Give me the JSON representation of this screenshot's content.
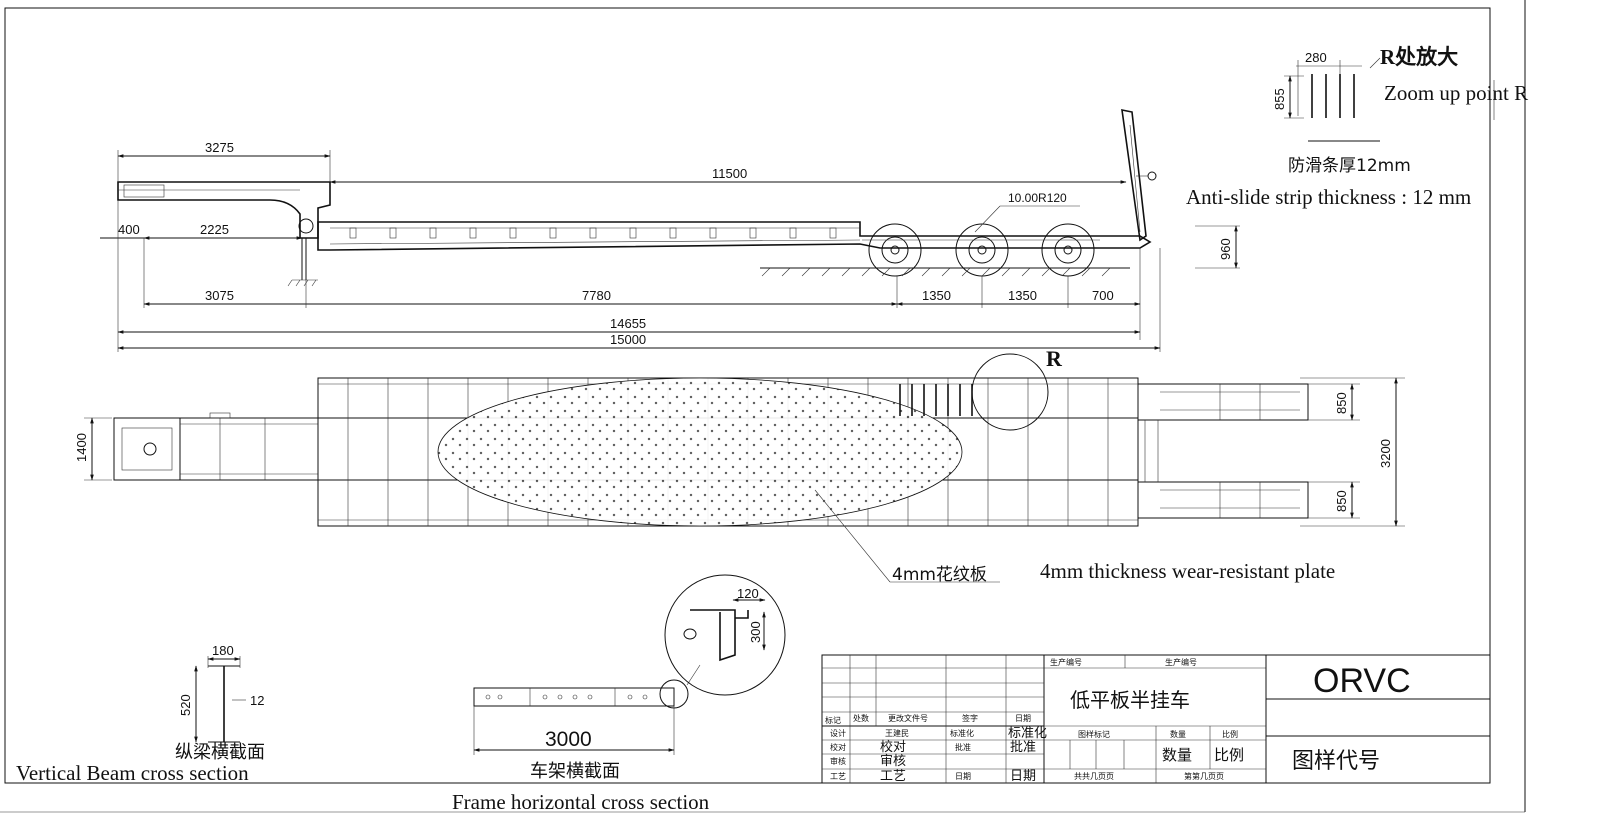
{
  "side_view": {
    "dim_gooseneck": "3275",
    "dim_deck": "11500",
    "dim_tire": "10.00R120",
    "dim_400": "400",
    "dim_2225": "2225",
    "dim_3075": "3075",
    "dim_7780": "7780",
    "dim_1350_a": "1350",
    "dim_1350_b": "1350",
    "dim_700": "700",
    "dim_960": "960",
    "dim_14655": "14655",
    "dim_15000": "15000"
  },
  "detail_r": {
    "title": "R处放大",
    "title_en": "Zoom up point R",
    "dim_280": "280",
    "dim_855": "855",
    "strip_cn": "防滑条厚12mm",
    "strip_en": "Anti-slide strip thickness : 12 mm"
  },
  "top_view": {
    "marker_r": "R",
    "dim_1400": "1400",
    "dim_850_a": "850",
    "dim_850_b": "850",
    "dim_3200": "3200",
    "plate_cn": "4mm花纹板",
    "plate_en": "4mm thickness wear-resistant plate"
  },
  "beam_section": {
    "dim_180": "180",
    "dim_520": "520",
    "dim_12": "12",
    "caption_cn": "纵梁横截面",
    "caption_en": "Vertical Beam cross section"
  },
  "frame_section": {
    "dim_120": "120",
    "dim_300": "300",
    "dim_3000": "3000",
    "caption_cn": "车架横截面",
    "caption_en": "Frame horizontal cross section"
  },
  "title_block": {
    "prod_no_1": "生产编号",
    "prod_no_2": "生产编号",
    "product_name": "低平板半挂车",
    "company": "ORVC",
    "drawing_code": "图样代号",
    "mark": "标记",
    "place_count": "处数",
    "change_doc": "更改文件号",
    "signature": "签字",
    "date_h": "日期",
    "design": "设计",
    "designer": "王建民",
    "std_small": "标准化",
    "std_big": "标准化",
    "check": "校对",
    "check_big": "校对",
    "approve_small": "批准",
    "approve_big": "批准",
    "review": "审核",
    "review_big": "审核",
    "process": "工艺",
    "process_big": "工艺",
    "date_small": "日期",
    "date_big": "日期",
    "pattern_mark": "图样标记",
    "quantity": "数量",
    "scale": "比例",
    "quantity_big": "数量",
    "scale_big": "比例",
    "total_pages": "共共几页页",
    "page_no": "第第几页页"
  }
}
